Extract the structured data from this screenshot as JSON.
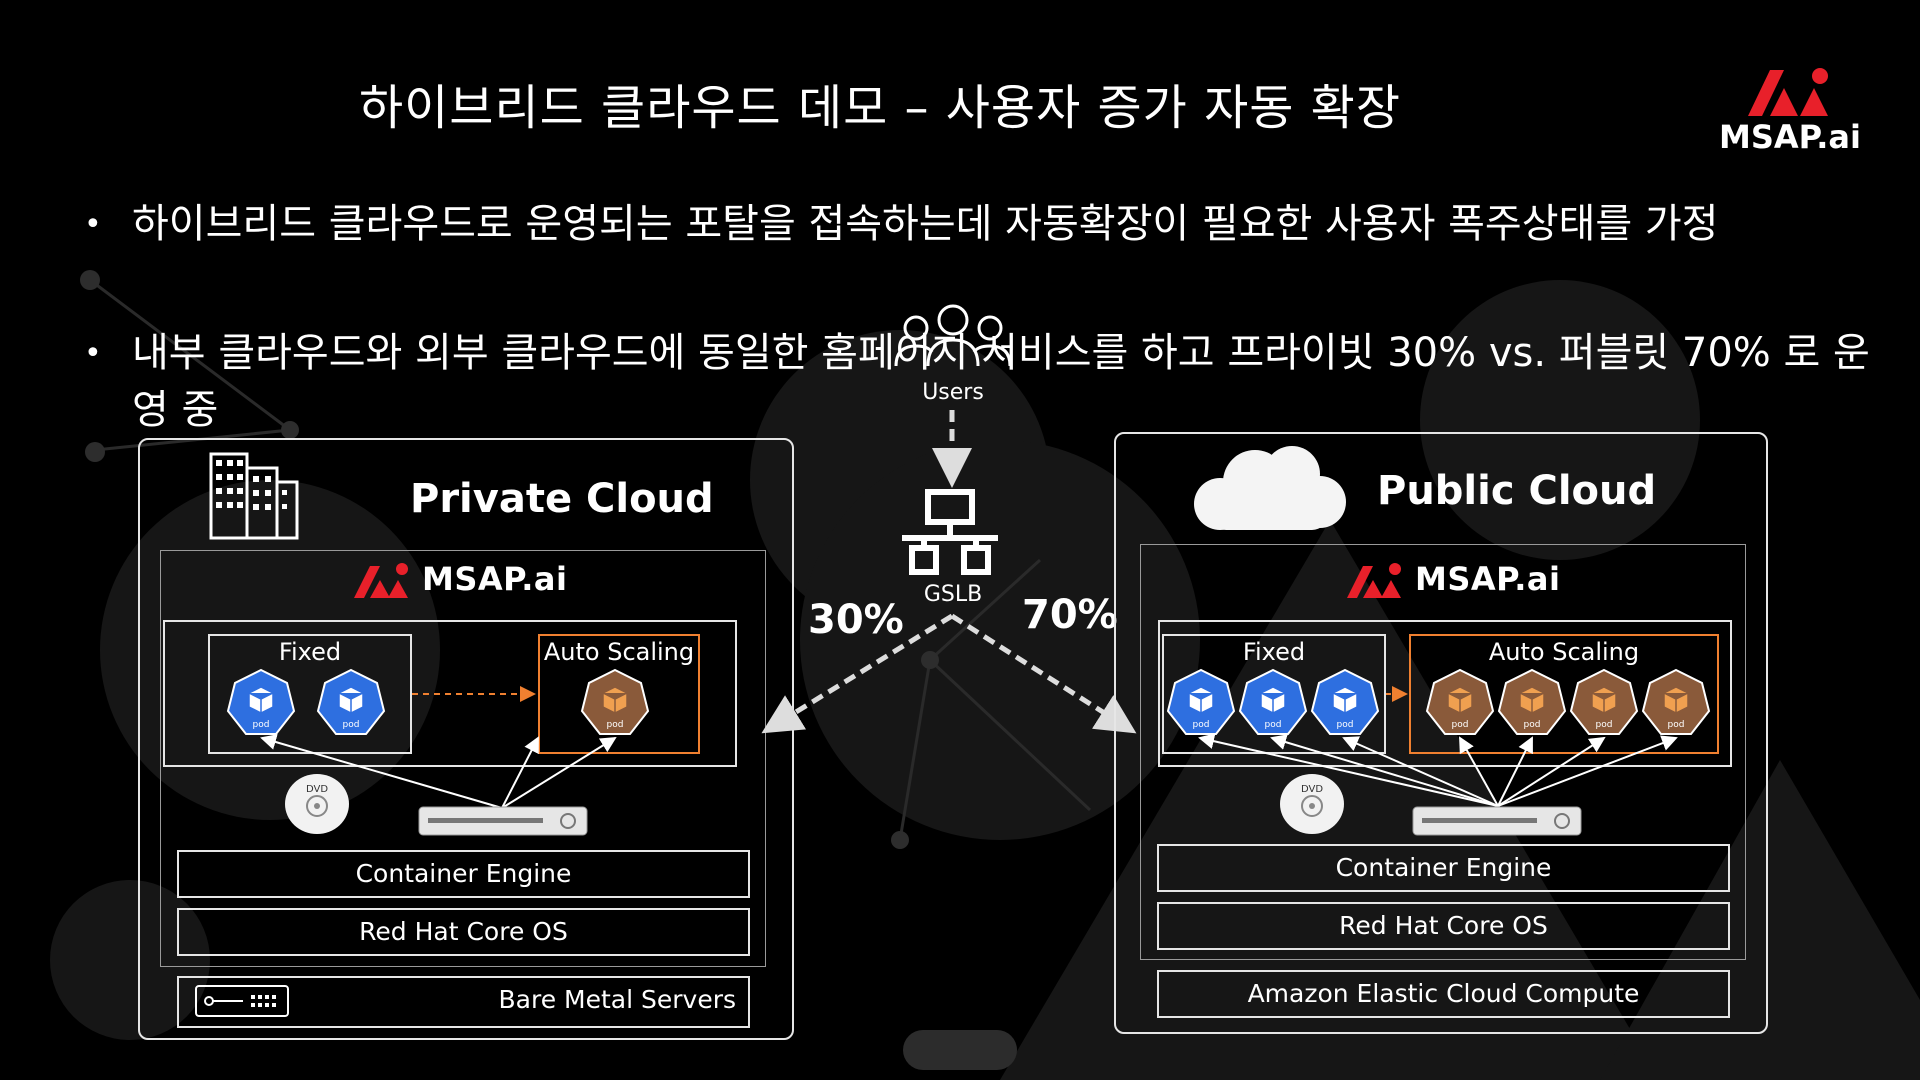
{
  "title": "하이브리드 클라우드 데모 – 사용자 증가 자동 확장",
  "bullets": [
    "하이브리드 클라우드로 운영되는 포탈을 접속하는데 자동확장이 필요한 사용자 폭주상태를 가정",
    "내부 클라우드와 외부 클라우드에 동일한 홈페이지 서비스를 하고 프라이빗 30% vs. 퍼블릿 70% 로 운영 중"
  ],
  "bullet_marker": "•",
  "brand": {
    "name": "MSAP.ai",
    "color": "#e8202a"
  },
  "users_label": "Users",
  "gslb_label": "GSLB",
  "private_pct": "30%",
  "public_pct": "70%",
  "private": {
    "title": "Private Cloud",
    "fixed_label": "Fixed",
    "auto_label": "Auto Scaling",
    "fixed_pods": 2,
    "auto_pods": 1,
    "container_engine": "Container Engine",
    "os": "Red Hat Core OS",
    "infra": "Bare Metal Servers"
  },
  "public": {
    "title": "Public Cloud",
    "fixed_label": "Fixed",
    "auto_label": "Auto Scaling",
    "fixed_pods": 3,
    "auto_pods": 4,
    "container_engine": "Container Engine",
    "os": "Red Hat Core OS",
    "infra": "Amazon Elastic Cloud Compute"
  },
  "pod_label": "pod",
  "dvd_label": "DVD",
  "colors": {
    "fixed_pod": "#2e6fe0",
    "auto_pod": "#8a5a3a",
    "auto_border": "#f08030",
    "arrow": "#dddddd"
  }
}
